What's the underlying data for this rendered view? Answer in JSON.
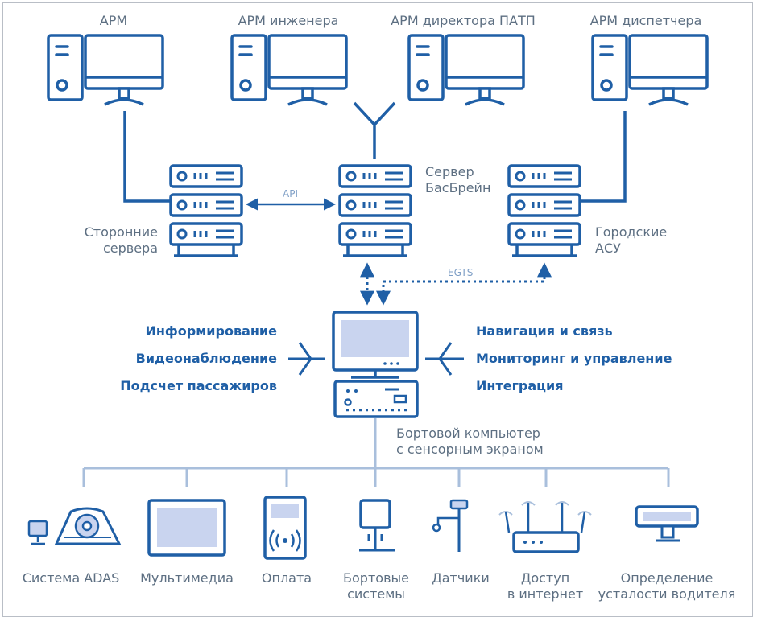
{
  "workstations": [
    {
      "label": "АРМ"
    },
    {
      "label": "АРМ инженера"
    },
    {
      "label": "АРМ директора ПАТП"
    },
    {
      "label": "АРМ диспетчера"
    }
  ],
  "servers": {
    "third_party": {
      "line1": "Сторонние",
      "line2": "сервера"
    },
    "main": {
      "line1": "Сервер",
      "line2": "БасБрейн"
    },
    "city": {
      "line1": "Городские",
      "line2": "АСУ"
    }
  },
  "protocols": {
    "api": "API",
    "egts": "EGTS"
  },
  "onboard_computer": {
    "line1": "Бортовой компьютер",
    "line2": "с сенсорным экраном"
  },
  "functions_left": [
    "Информирование",
    "Видеонаблюдение",
    "Подсчет пассажиров"
  ],
  "functions_right": [
    "Навигация и связь",
    "Мониторинг и управление",
    "Интеграция"
  ],
  "devices": [
    {
      "line1": "Система ADAS",
      "line2": ""
    },
    {
      "line1": "Мультимедиа",
      "line2": ""
    },
    {
      "line1": "Оплата",
      "line2": ""
    },
    {
      "line1": "Бортовые",
      "line2": "системы"
    },
    {
      "line1": "Датчики",
      "line2": ""
    },
    {
      "line1": "Доступ",
      "line2": "в интернет"
    },
    {
      "line1": "Определение",
      "line2": "усталости водителя"
    }
  ],
  "colors": {
    "line": "#1f5fa6",
    "light_line": "#a9bfdc",
    "fill": "#c9d4ef",
    "text": "#5d6f82",
    "accent_text": "#1f5fa6"
  }
}
